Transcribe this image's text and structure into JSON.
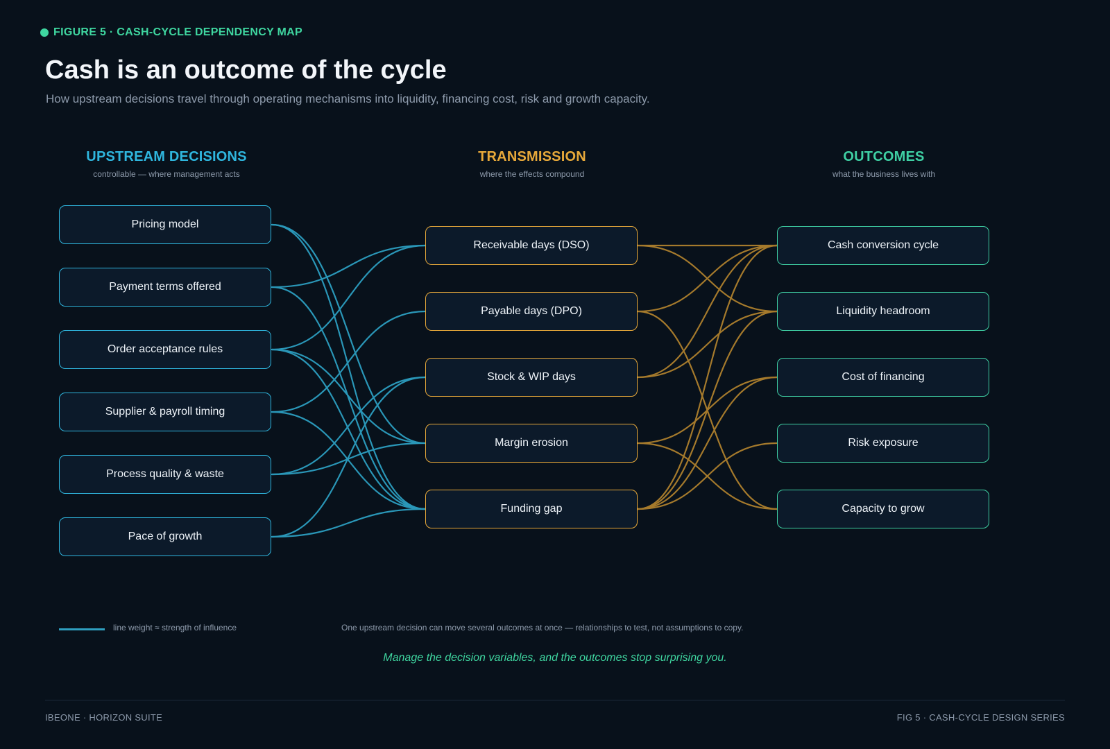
{
  "figure_tag": "FIGURE 5 · CASH-CYCLE DEPENDENCY MAP",
  "title": "Cash is an outcome of the cycle",
  "subtitle": "How upstream decisions travel through operating mechanisms into liquidity, financing cost, risk and growth capacity.",
  "columns": {
    "upstream": {
      "heading": "UPSTREAM DECISIONS",
      "caption": "controllable — where management acts",
      "color": "#2fb6de"
    },
    "transmission": {
      "heading": "TRANSMISSION",
      "caption": "where the effects compound",
      "color": "#e8a93a"
    },
    "outcomes": {
      "heading": "OUTCOMES",
      "caption": "what the business lives with",
      "color": "#3fd0a4"
    }
  },
  "upstream_nodes": [
    "Pricing model",
    "Payment terms offered",
    "Order acceptance rules",
    "Supplier & payroll timing",
    "Process quality & waste",
    "Pace of growth"
  ],
  "transmission_nodes": [
    "Receivable days (DSO)",
    "Payable days (DPO)",
    "Stock & WIP days",
    "Margin erosion",
    "Funding gap"
  ],
  "outcome_nodes": [
    "Cash conversion cycle",
    "Liquidity headroom",
    "Cost of financing",
    "Risk exposure",
    "Capacity to grow"
  ],
  "links_upstream_to_transmission": [
    [
      0,
      3
    ],
    [
      0,
      4
    ],
    [
      1,
      0
    ],
    [
      1,
      4
    ],
    [
      2,
      0
    ],
    [
      2,
      3
    ],
    [
      2,
      4
    ],
    [
      3,
      1
    ],
    [
      3,
      4
    ],
    [
      4,
      2
    ],
    [
      4,
      3
    ],
    [
      5,
      2
    ],
    [
      5,
      4
    ]
  ],
  "links_transmission_to_outcomes": [
    [
      0,
      0
    ],
    [
      0,
      1
    ],
    [
      1,
      0
    ],
    [
      1,
      4
    ],
    [
      2,
      0
    ],
    [
      2,
      1
    ],
    [
      3,
      2
    ],
    [
      3,
      4
    ],
    [
      4,
      0
    ],
    [
      4,
      1
    ],
    [
      4,
      2
    ],
    [
      4,
      3
    ]
  ],
  "link_colors": {
    "upstream": "#2a97b8",
    "transmission": "#a57a2c"
  },
  "legend": {
    "label": "line weight ≈ strength of influence"
  },
  "note": "One upstream decision can move several outcomes at once — relationships to test, not assumptions to copy.",
  "tagline": "Manage the decision variables, and the outcomes stop surprising you.",
  "footer": {
    "left": "IBEONE · HORIZON SUITE",
    "right": "FIG 5 · CASH-CYCLE DESIGN SERIES"
  }
}
